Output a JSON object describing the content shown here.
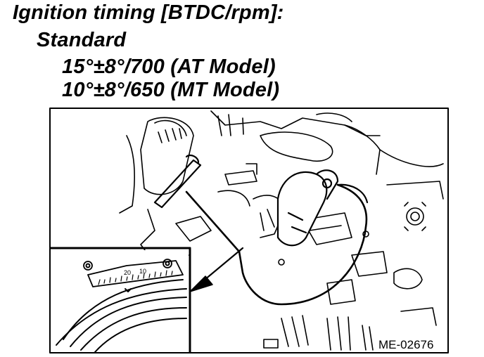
{
  "spec": {
    "heading": "Ignition timing [BTDC/rpm]:",
    "subheading": "Standard",
    "at_value": "15°±8°/700 (AT Model)",
    "mt_value": "10°±8°/650 (MT Model)"
  },
  "figure": {
    "scale_labels": [
      "20",
      "10"
    ],
    "figure_code": "ME-02676"
  }
}
